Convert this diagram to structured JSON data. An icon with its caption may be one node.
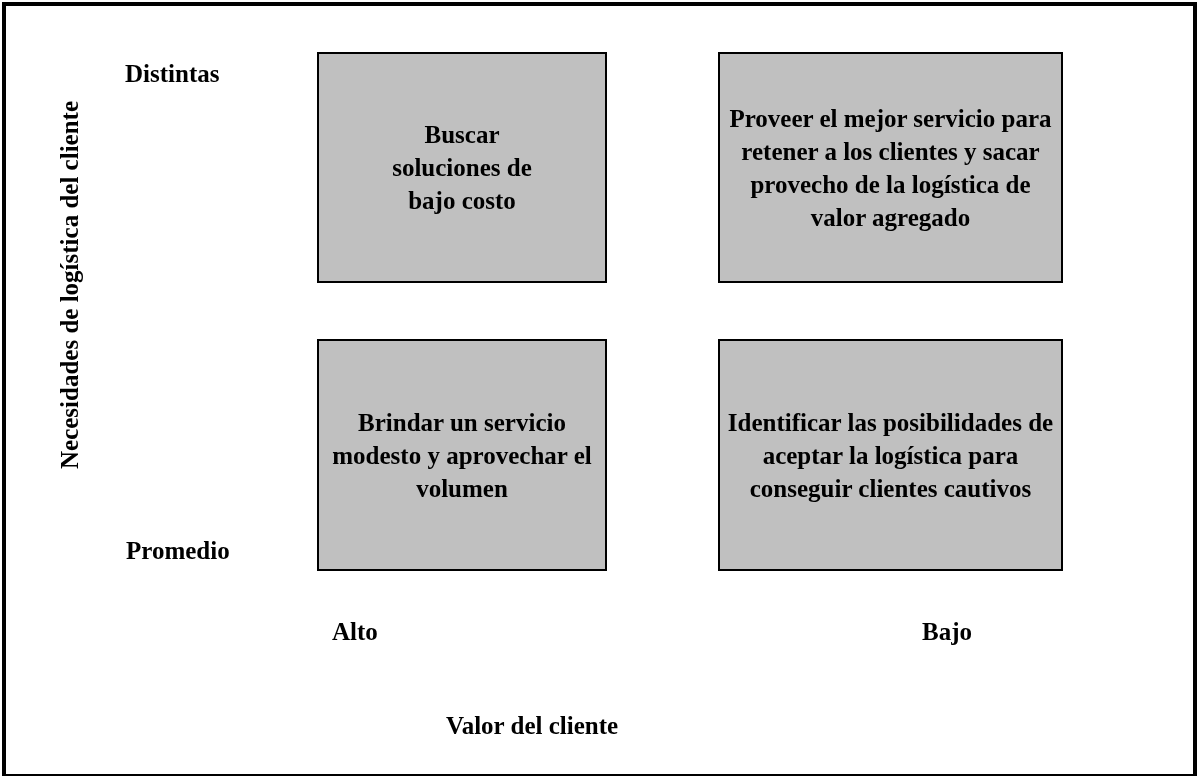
{
  "diagram": {
    "nodes": [
      {
        "text": [
          "Buscar soluciones de bajo costo"
        ]
      },
      {
        "text": [
          "Proveer el mejor servicio para retener a los clientes y sacar provecho de la logística de valor agregado"
        ]
      },
      {
        "text": [
          "Brindar un servicio modesto y aprovechar el volumen"
        ]
      },
      {
        "text": [
          "Identificar las posibilidades de aceptar la logística para conseguir clientes cautivos"
        ]
      }
    ],
    "labels": [
      "Necesidades de logística del cliente",
      "Distintas",
      "Promedio",
      "Alto",
      "Bajo",
      "Valor del cliente"
    ]
  }
}
